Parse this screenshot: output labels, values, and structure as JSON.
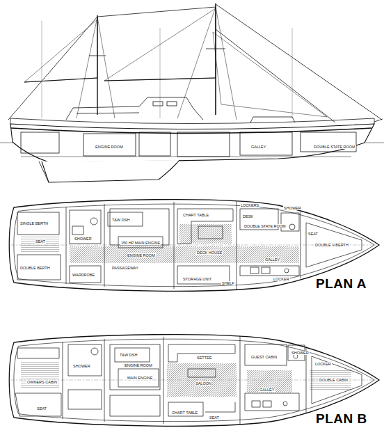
{
  "diagram": {
    "nodes": [
      {
        "text": [
          "PLAN A"
        ]
      },
      {
        "text": [
          "PLAN B"
        ]
      }
    ],
    "labels": [
      "SINGLE BERTH",
      "SEAT",
      "DOUBLE BERTH",
      "SHOWER",
      "T&W DSH",
      "150 HP MAIN ENGINE",
      "ENGINE ROOM",
      "WARDROBE",
      "PASSAGEWAY",
      "CHART TABLE",
      "DECK HOUSE",
      "STORAGE UNIT",
      "SHELF",
      "LOCKERS",
      "DESK",
      "DOUBLE STATE ROOM",
      "SHOWER",
      "GALLEY",
      "LOCKER",
      "SEAT",
      "DOUBLE V-BERTH",
      "SHOWER",
      "T&W DSH",
      "ENGINE ROOM",
      "MAIN ENGINE",
      "OWNERS CABIN",
      "SEAT",
      "SALOON",
      "CHART TABLE",
      "SEAT",
      "GUEST CABIN",
      "SHOWER",
      "GALLEY",
      "LOCKER",
      "DOUBLE CABIN",
      "SETTEE",
      "ENGINE ROOM",
      "GALLEY",
      "DOUBLE STATE ROOM"
    ]
  }
}
